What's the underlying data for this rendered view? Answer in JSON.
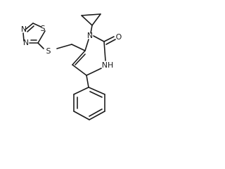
{
  "molecule": {
    "atoms": {
      "s_ring": "S",
      "n_ring_top": "N",
      "n_ring_bottom": "N",
      "s_linker": "S",
      "n_cyclopropyl": "N",
      "o_carbonyl": "O",
      "nh": "NH"
    }
  }
}
